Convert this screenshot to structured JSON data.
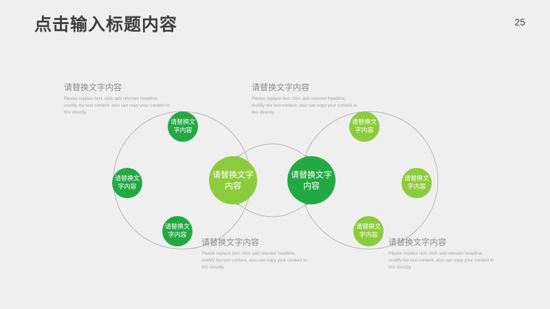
{
  "header": {
    "title": "点击输入标题内容",
    "page_number": "25"
  },
  "colors": {
    "dark_green": "#22a943",
    "mid_green": "#5dbe3e",
    "light_green": "#8ccc3c",
    "line": "#b5b5b5"
  },
  "center_nodes": [
    {
      "label": "请替换文字内容"
    },
    {
      "label": "请替换文字内容"
    }
  ],
  "satellite_nodes": [
    {
      "label": "请替换文字内容"
    },
    {
      "label": "请替换文字内容"
    },
    {
      "label": "请替换文字内容"
    },
    {
      "label": "请替换文字内容"
    },
    {
      "label": "请替换文字内容"
    },
    {
      "label": "请替换文字内容"
    }
  ],
  "text_blocks": [
    {
      "heading": "请替换文字内容",
      "body": "Please replace text, click add relevant headline, modify the text content, also can copy your content to this directly."
    },
    {
      "heading": "请替换文字内容",
      "body": "Please replace text, click add relevant headline, modify the text content, also can copy your content to this directly."
    },
    {
      "heading": "请替换文字内容",
      "body": "Please replace text, click add relevant headline, modify the text content, also can copy your content to this directly."
    },
    {
      "heading": "请替换文字内容",
      "body": "Please replace text, click add relevant headline, modify the text content, also can copy your content to this directly."
    }
  ]
}
